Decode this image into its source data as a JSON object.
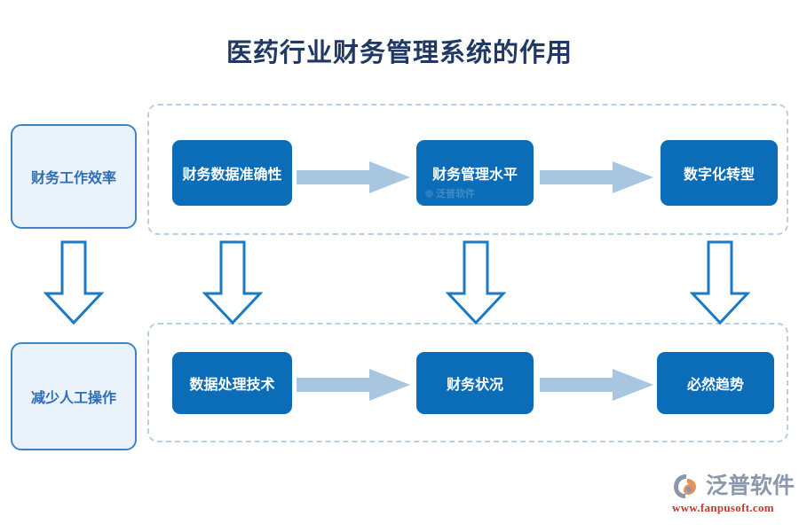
{
  "title": "医药行业财务管理系统的作用",
  "colors": {
    "title": "#1f3864",
    "node_fill": "#0b6cb8",
    "node_text": "#ffffff",
    "side_fill": "#eaf2fb",
    "side_border": "#3d85c8",
    "side_text": "#2e6db4",
    "dashed_border": "#b7d0e8",
    "h_arrow": "#a8c6e0",
    "v_arrow_stroke": "#1a7ac4",
    "logo_text": "#8b97ad",
    "logo_url": "#c0392b"
  },
  "side_boxes": [
    {
      "label": "财务工作效率"
    },
    {
      "label": "减少人工操作"
    }
  ],
  "rows": [
    {
      "name": "top-row",
      "nodes": [
        {
          "label": "财务数据准确性"
        },
        {
          "label": "财务管理水平",
          "watermark": "泛普软件"
        },
        {
          "label": "数字化转型"
        }
      ]
    },
    {
      "name": "bottom-row",
      "nodes": [
        {
          "label": "数据处理技术"
        },
        {
          "label": "财务状况"
        },
        {
          "label": "必然趋势"
        }
      ]
    }
  ],
  "arrows": {
    "horizontal_count": 4,
    "vertical_count": 4,
    "horizontal_direction": "right",
    "vertical_direction": "down"
  },
  "logo": {
    "brand": "泛普软件",
    "url": "www.fanpusoft.com"
  }
}
